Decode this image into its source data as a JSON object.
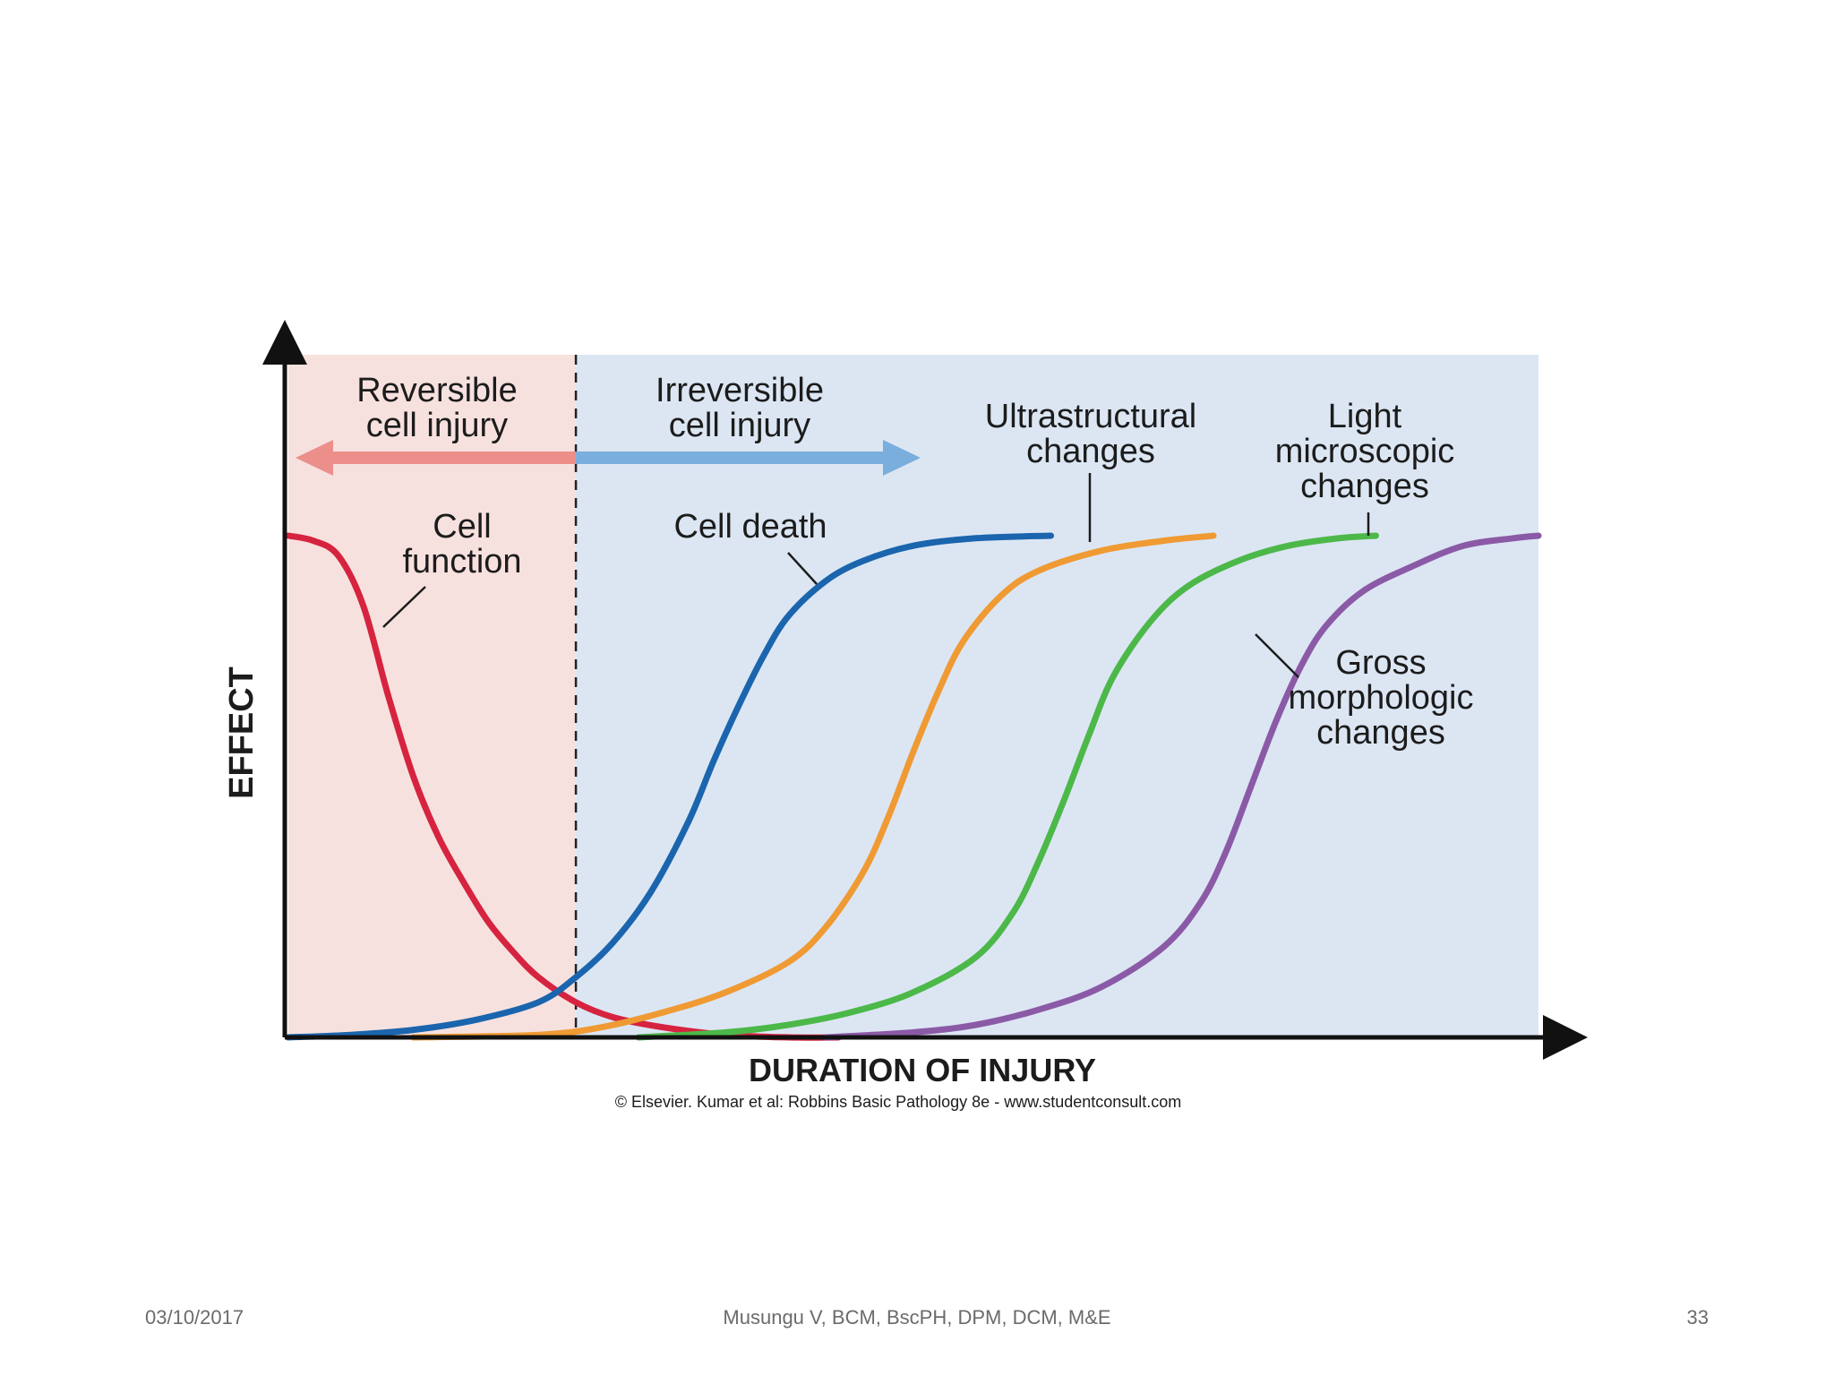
{
  "chart_data": {
    "type": "line",
    "xlabel": "DURATION OF INJURY",
    "ylabel": "EFFECT",
    "xlim": [
      0,
      10
    ],
    "ylim": [
      0,
      1
    ],
    "grid": false,
    "threshold": {
      "x": 2.3,
      "style": "dashed"
    },
    "regions": [
      {
        "label": "Reversible cell injury",
        "x_range": [
          0,
          2.3
        ],
        "color": "#f7e1df"
      },
      {
        "label": "Irreversible cell injury",
        "x_range": [
          2.3,
          10
        ],
        "color": "#dce6f3"
      }
    ],
    "arrows": [
      {
        "region": "Reversible cell injury",
        "direction": "left",
        "color": "#ec8f8b"
      },
      {
        "region": "Irreversible cell injury",
        "direction": "right",
        "color": "#7aaedd"
      }
    ],
    "series": [
      {
        "name": "Cell function",
        "color": "#d6233f",
        "x": [
          0,
          0.2,
          0.4,
          0.6,
          0.8,
          1.0,
          1.2,
          1.4,
          1.6,
          1.8,
          2.0,
          2.3,
          2.6,
          3.0,
          3.5,
          4.0,
          4.4
        ],
        "y": [
          1.0,
          0.99,
          0.96,
          0.86,
          0.68,
          0.52,
          0.4,
          0.31,
          0.23,
          0.17,
          0.12,
          0.07,
          0.04,
          0.02,
          0.005,
          0.0,
          0.0
        ]
      },
      {
        "name": "Cell death",
        "color": "#1a65ad",
        "x": [
          0,
          0.5,
          1.0,
          1.5,
          2.0,
          2.3,
          2.6,
          2.9,
          3.2,
          3.4,
          3.6,
          3.8,
          4.0,
          4.3,
          4.6,
          5.0,
          5.5,
          6.1
        ],
        "y": [
          0.0,
          0.005,
          0.015,
          0.035,
          0.07,
          0.12,
          0.19,
          0.29,
          0.43,
          0.55,
          0.66,
          0.76,
          0.84,
          0.91,
          0.95,
          0.98,
          0.995,
          1.0
        ]
      },
      {
        "name": "Ultrastructural changes",
        "color": "#ef9a33",
        "x": [
          1.0,
          2.0,
          2.5,
          3.0,
          3.5,
          4.0,
          4.3,
          4.6,
          4.8,
          5.0,
          5.2,
          5.4,
          5.7,
          6.0,
          6.5,
          7.0,
          7.4
        ],
        "y": [
          0.0,
          0.005,
          0.02,
          0.05,
          0.09,
          0.15,
          0.22,
          0.33,
          0.44,
          0.57,
          0.69,
          0.79,
          0.88,
          0.93,
          0.97,
          0.99,
          1.0
        ]
      },
      {
        "name": "Light microscopic changes",
        "color": "#4cb849",
        "x": [
          2.8,
          3.5,
          4.0,
          4.5,
          5.0,
          5.5,
          5.8,
          6.0,
          6.2,
          6.4,
          6.6,
          6.9,
          7.2,
          7.6,
          8.0,
          8.4,
          8.7
        ],
        "y": [
          0.0,
          0.01,
          0.025,
          0.05,
          0.09,
          0.16,
          0.25,
          0.35,
          0.47,
          0.6,
          0.72,
          0.83,
          0.9,
          0.95,
          0.98,
          0.995,
          1.0
        ]
      },
      {
        "name": "Gross morphologic changes",
        "color": "#8b5aa6",
        "x": [
          4.3,
          5.0,
          5.5,
          6.0,
          6.5,
          7.0,
          7.3,
          7.5,
          7.7,
          7.9,
          8.1,
          8.3,
          8.6,
          9.0,
          9.4,
          9.8,
          10.0
        ],
        "y": [
          0.0,
          0.01,
          0.025,
          0.055,
          0.1,
          0.18,
          0.27,
          0.37,
          0.5,
          0.63,
          0.74,
          0.82,
          0.89,
          0.94,
          0.98,
          0.995,
          1.0
        ]
      }
    ],
    "labels": {
      "reversible": [
        "Reversible",
        "cell injury"
      ],
      "irreversible": [
        "Irreversible",
        "cell injury"
      ],
      "cell_function": [
        "Cell",
        "function"
      ],
      "cell_death": [
        "Cell death"
      ],
      "ultrastructural": [
        "Ultrastructural",
        "changes"
      ],
      "light": [
        "Light",
        "microscopic",
        "changes"
      ],
      "gross": [
        "Gross",
        "morphologic",
        "changes"
      ]
    },
    "credit": "© Elsevier. Kumar et al: Robbins Basic Pathology 8e - www.studentconsult.com"
  },
  "footer": {
    "date": "03/10/2017",
    "author": "Musungu V, BCM, BscPH, DPM, DCM, M&E",
    "page": "33"
  }
}
